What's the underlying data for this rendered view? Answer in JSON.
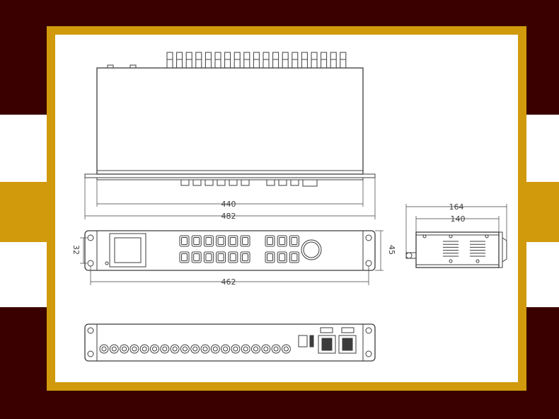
{
  "colors": {
    "background": "#3a0000",
    "band_light": "#ffffff",
    "band_gold": "#d19a0c",
    "frame": "#d19a0c",
    "paper": "#ffffff",
    "line": "#3c3c3c"
  },
  "dimensions": {
    "top_inner_width": "440",
    "top_overall_width": "482",
    "front_height_left": "32",
    "front_height_right": "45",
    "front_mount_width": "462",
    "side_overall_depth": "164",
    "side_body_depth": "140"
  },
  "views": {
    "top": {
      "connector_count": 19,
      "front_button_count": 9
    },
    "front": {
      "keys_left_group": "6x2",
      "keys_right_group": "3x2",
      "has_display": true,
      "has_knob": true
    },
    "rear": {
      "bnc_count": 19,
      "power_inlets": 2
    }
  }
}
